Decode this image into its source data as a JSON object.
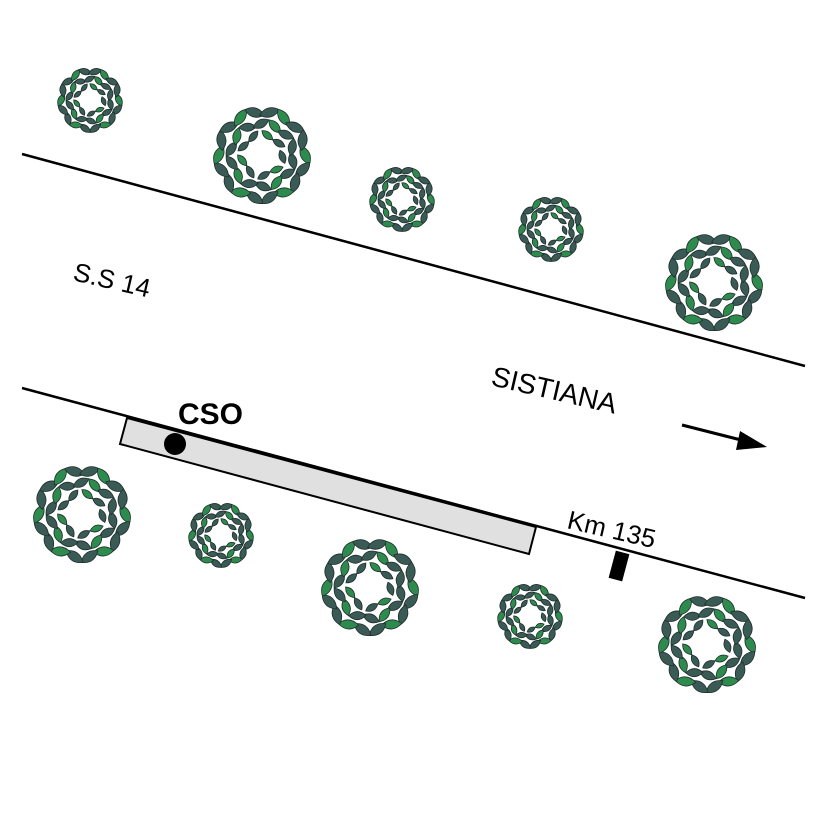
{
  "road": {
    "name": "S.S 14"
  },
  "destination": {
    "name": "SISTIANA",
    "arrow_icon": "arrow-right-icon"
  },
  "site": {
    "label": "CSO"
  },
  "kilometer_marker": {
    "label": "Km 135"
  },
  "colors": {
    "line": "#000000",
    "platform_fill": "#e0e0e0",
    "tree_dark": "#3a5a55",
    "tree_light": "#2e8b4e",
    "background": "#ffffff"
  }
}
